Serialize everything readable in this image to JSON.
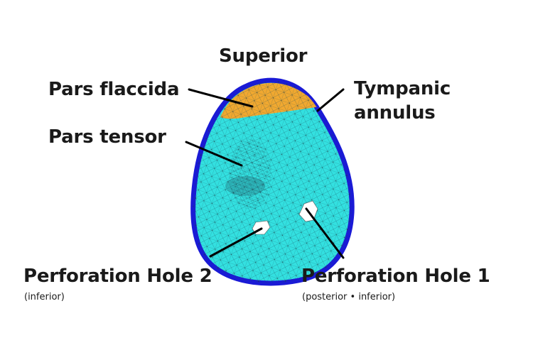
{
  "labels": {
    "superior": "Superior",
    "pars_flaccida": "Pars flaccida",
    "pars_tensor": "Pars tensor",
    "tympanic_annulus_line1": "Tympanic",
    "tympanic_annulus_line2": "annulus",
    "perforation_hole_2": "Perforation Hole 2",
    "perforation_hole_2_sub": "(inferior)",
    "perforation_hole_1": "Perforation Hole 1",
    "perforation_hole_1_sub": "(posterior • inferior)"
  },
  "colors": {
    "membrane": "#33e0e0",
    "annulus": "#1a1ad6",
    "pars_flaccida": "#f0a830",
    "mesh": "#1a4a5a",
    "hole": "#ffffff",
    "leader": "#000000"
  }
}
